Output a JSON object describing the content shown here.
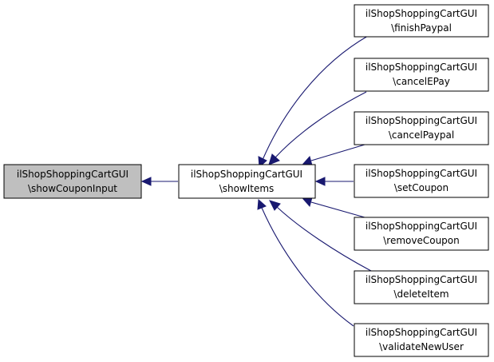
{
  "colors": {
    "focus_fill": "#bfbfbf",
    "node_fill": "#ffffff",
    "node_stroke": "#000000",
    "edge": "#191970"
  },
  "nodes": {
    "show_coupon_input": {
      "line1": "ilShopShoppingCartGUI",
      "line2": "\\showCouponInput",
      "focus": true
    },
    "show_items": {
      "line1": "ilShopShoppingCartGUI",
      "line2": "\\showItems"
    },
    "finish_paypal": {
      "line1": "ilShopShoppingCartGUI",
      "line2": "\\finishPaypal"
    },
    "cancel_epay": {
      "line1": "ilShopShoppingCartGUI",
      "line2": "\\cancelEPay"
    },
    "cancel_paypal": {
      "line1": "ilShopShoppingCartGUI",
      "line2": "\\cancelPaypal"
    },
    "set_coupon": {
      "line1": "ilShopShoppingCartGUI",
      "line2": "\\setCoupon"
    },
    "remove_coupon": {
      "line1": "ilShopShoppingCartGUI",
      "line2": "\\removeCoupon"
    },
    "delete_item": {
      "line1": "ilShopShoppingCartGUI",
      "line2": "\\deleteItem"
    },
    "validate_new_user": {
      "line1": "ilShopShoppingCartGUI",
      "line2": "\\validateNewUser"
    }
  },
  "edges": [
    {
      "from": "show_items",
      "to": "show_coupon_input"
    },
    {
      "from": "finish_paypal",
      "to": "show_items"
    },
    {
      "from": "cancel_epay",
      "to": "show_items"
    },
    {
      "from": "cancel_paypal",
      "to": "show_items"
    },
    {
      "from": "set_coupon",
      "to": "show_items"
    },
    {
      "from": "remove_coupon",
      "to": "show_items"
    },
    {
      "from": "delete_item",
      "to": "show_items"
    },
    {
      "from": "validate_new_user",
      "to": "show_items"
    }
  ]
}
